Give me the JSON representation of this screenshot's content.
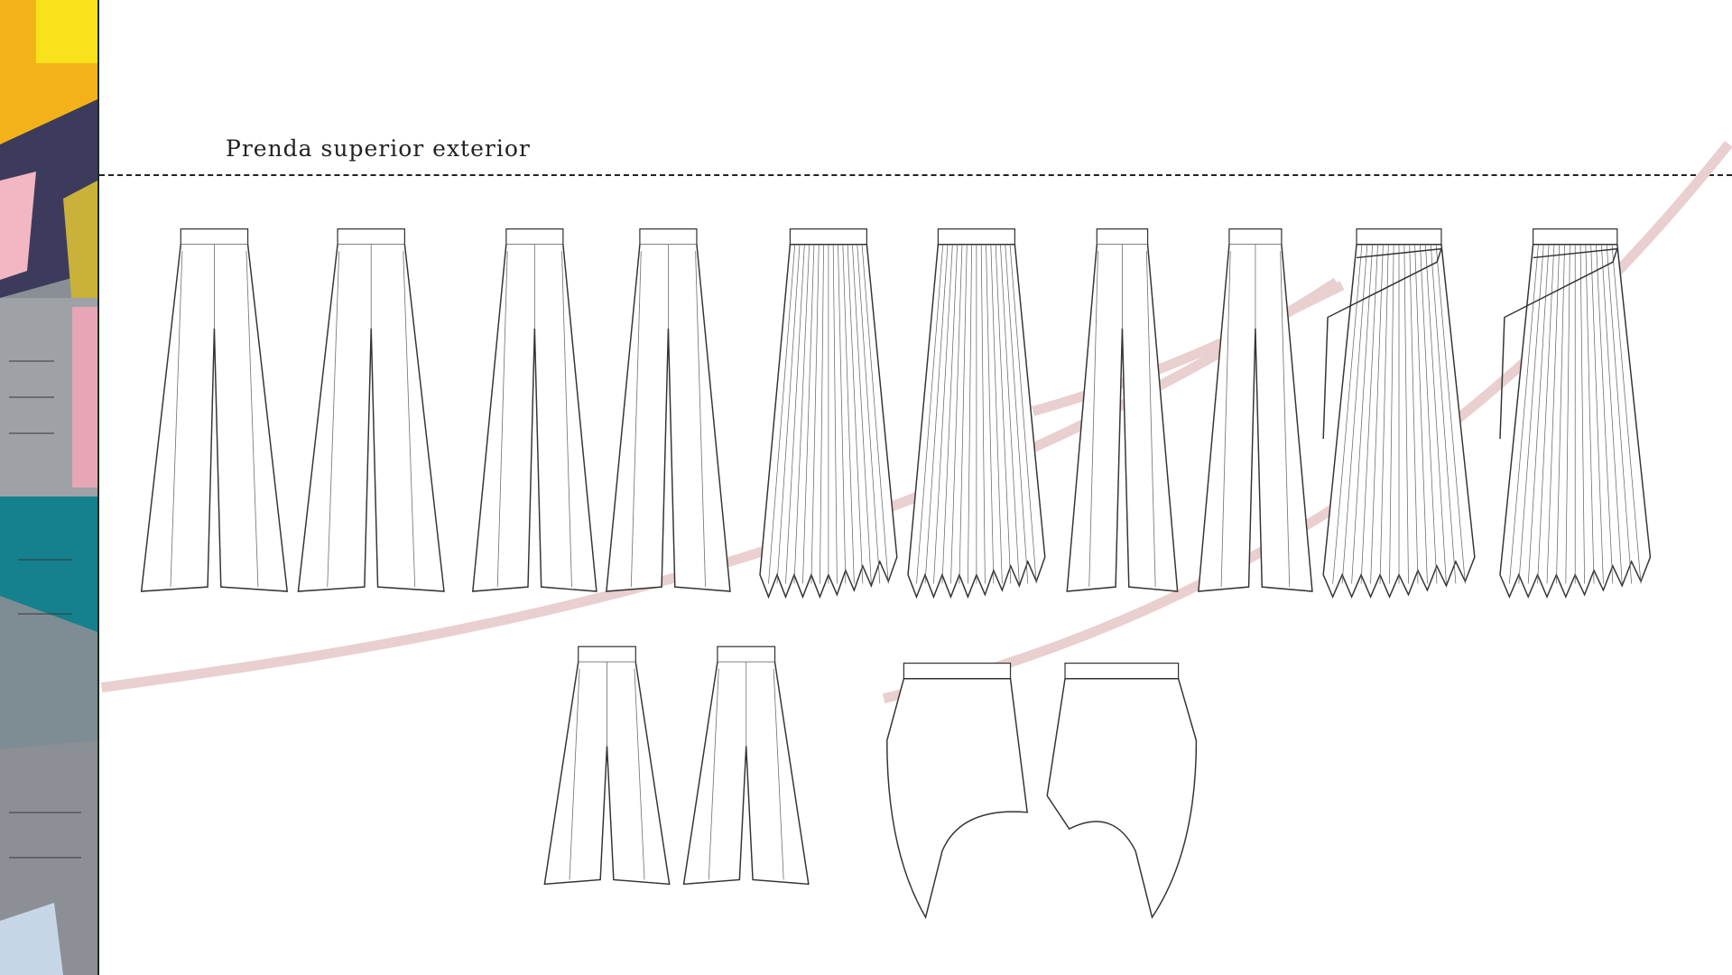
{
  "section_title": "Prenda superior exterior",
  "colors": {
    "accent_curve": "#e9cfd0",
    "line": "#333333"
  },
  "garments": {
    "row1": [
      "wide-trousers-front",
      "wide-trousers-back",
      "pleated-trousers-front",
      "pleated-trousers-back",
      "pleated-skirt-front",
      "pleated-skirt-back",
      "wide-trousers-front",
      "wide-trousers-back",
      "belted-pleated-skirt-front",
      "belted-pleated-skirt-back"
    ],
    "row2": [
      "culottes-front",
      "culottes-back",
      "ruffle-asymmetric-skirt-front",
      "ruffle-asymmetric-skirt-back"
    ]
  }
}
